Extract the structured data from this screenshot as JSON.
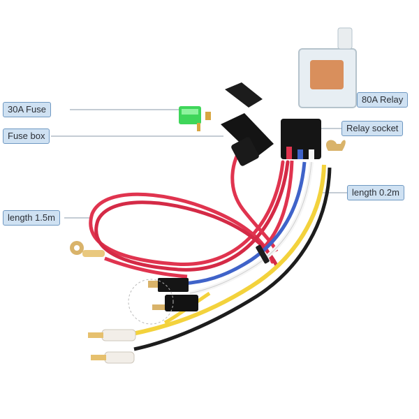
{
  "labels": {
    "fuse": "30A Fuse",
    "fuse_box": "Fuse box",
    "relay": "80A Relay",
    "relay_socket": "Relay socket",
    "length_short": "length 0.2m",
    "length_long": "length 1.5m"
  },
  "colors": {
    "label_bg": "#cfe1f2",
    "label_border": "#6f98c2",
    "wire_red": "#e0344f",
    "wire_yellow": "#f3d23c",
    "wire_blue": "#3f63c9",
    "wire_white": "#f5f5f5",
    "wire_black": "#1d1d1d",
    "fuse_green": "#3fd65a"
  },
  "icons": [
    "fuse-icon",
    "fuse-holder",
    "relay-icon",
    "relay-socket",
    "ring-terminal",
    "spade-terminal",
    "female-connector"
  ]
}
